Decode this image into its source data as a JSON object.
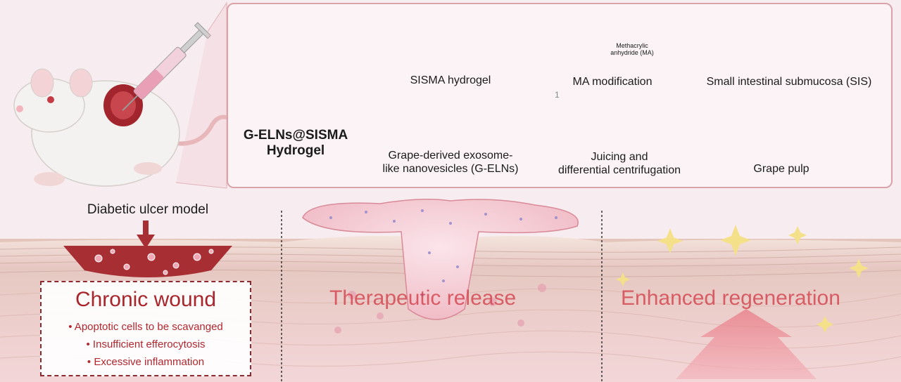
{
  "top_panel": {
    "final_product": "G-ELNs@SISMA\nHydrogel",
    "final_product_line1": "G-ELNs@SISMA",
    "final_product_line2": "Hydrogel",
    "sisma_hydrogel": "SISMA hydrogel",
    "ma_modification": "MA modification",
    "methacrylic_line1": "Methacrylic",
    "methacrylic_line2": "anhydride (MA)",
    "sis": "Small intestinal submucosa (SIS)",
    "gelns_line1": "Grape-derived exosome-",
    "gelns_line2": "like nanovesicles (G-ELNs)",
    "juicing_line1": "Juicing and",
    "juicing_line2": "differential centrifugation",
    "grape_pulp": "Grape pulp",
    "stray_mark": "1"
  },
  "model_label": "Diabetic ulcer model",
  "chronic_wound": {
    "title": "Chronic wound",
    "items": [
      "• Apoptotic cells to be scavanged",
      "• Insufficient efferocytosis",
      "• Excessive inflammation"
    ]
  },
  "stages": {
    "release": "Therapeutic release",
    "regeneration": "Enhanced regeneration"
  },
  "colors": {
    "panel_border": "#d9a3a8",
    "wound_red": "#a8262b",
    "hydrogel_pink": "#f3c4cc",
    "sparkle": "#f5e08a"
  }
}
